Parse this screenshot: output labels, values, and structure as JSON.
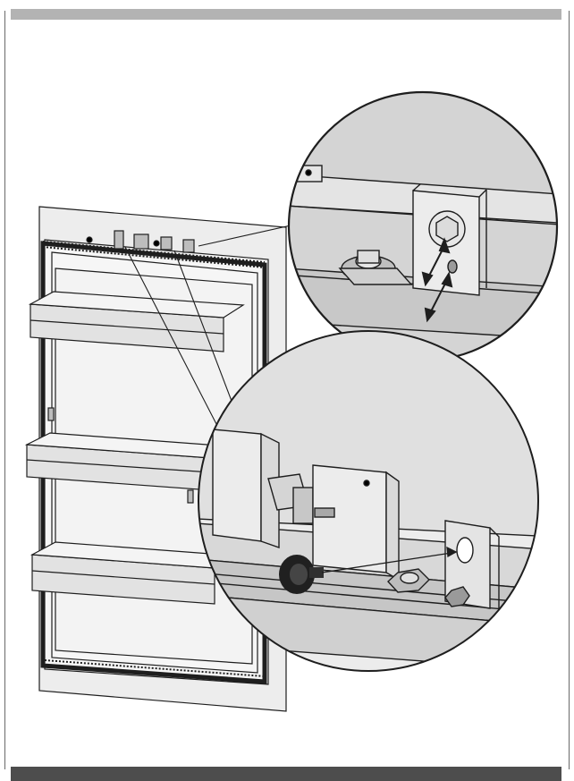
{
  "figure": {
    "subject": "refrigerator-door-hinge-adjustment",
    "colors": {
      "header_bar": "#b3b3b3",
      "footer_bar": "#4d4d4d",
      "frame_line": "#6a6a6a",
      "line": "#1e1e1e",
      "panel_fill": "#ededed",
      "shelf_fill": "#e2e2e2",
      "detail_fill": "#cfcfcf",
      "metal_fill": "#bdbdbd",
      "screw_fill": "#202020"
    },
    "callouts": [
      {
        "name": "top-hinge-callout",
        "target": "upper-zoom-circle"
      },
      {
        "name": "lower-hinge-callout",
        "target": "lower-zoom-circle"
      }
    ],
    "icons": [
      "adjustment-arrow-icon",
      "adjustment-arrow-icon",
      "adjustment-screw-icon"
    ]
  }
}
